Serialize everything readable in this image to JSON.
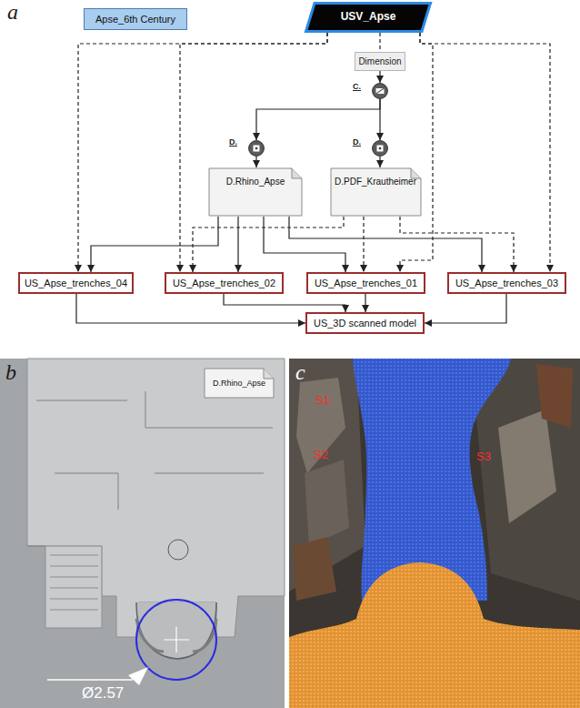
{
  "diagram": {
    "nodes": [
      {
        "text": [
          "Apse_6th Century"
        ]
      },
      {
        "text": [
          "USV_Apse"
        ]
      },
      {
        "text": [
          "Dimension"
        ]
      },
      {
        "text": [
          "C."
        ]
      },
      {
        "text": [
          "D."
        ]
      },
      {
        "text": [
          "D."
        ]
      },
      {
        "text": [
          "D.Rhino_Apse"
        ]
      },
      {
        "text": [
          "D.PDF_Krautheimer"
        ]
      },
      {
        "text": [
          "US_Apse_trenches_04"
        ]
      },
      {
        "text": [
          "US_Apse_trenches_02"
        ]
      },
      {
        "text": [
          "US_Apse_trenches_01"
        ]
      },
      {
        "text": [
          "US_Apse_trenches_03"
        ]
      },
      {
        "text": [
          "US_3D scanned model"
        ]
      },
      {
        "text": [
          "D.Rhino_Apse"
        ]
      }
    ],
    "edges": [
      {
        "from": 1,
        "to": 2,
        "arrow": "none"
      },
      {
        "from": 2,
        "to": 3,
        "arrow": "to"
      },
      {
        "from": 3,
        "to": 4,
        "arrow": "to"
      },
      {
        "from": 3,
        "to": 5,
        "arrow": "to"
      },
      {
        "from": 4,
        "to": 6,
        "arrow": "to"
      },
      {
        "from": 5,
        "to": 7,
        "arrow": "to"
      },
      {
        "from": 6,
        "to": 8,
        "arrow": "to"
      },
      {
        "from": 6,
        "to": 9,
        "arrow": "to"
      },
      {
        "from": 6,
        "to": 10,
        "arrow": "to"
      },
      {
        "from": 6,
        "to": 11,
        "arrow": "to"
      },
      {
        "from": 1,
        "to": 8,
        "arrow": "to"
      },
      {
        "from": 1,
        "to": 9,
        "arrow": "to"
      },
      {
        "from": 1,
        "to": 10,
        "arrow": "to"
      },
      {
        "from": 1,
        "to": 11,
        "arrow": "to"
      },
      {
        "from": 7,
        "to": 9,
        "arrow": "to"
      },
      {
        "from": 7,
        "to": 10,
        "arrow": "to"
      },
      {
        "from": 7,
        "to": 11,
        "arrow": "to"
      },
      {
        "from": 8,
        "to": 12,
        "arrow": "to"
      },
      {
        "from": 9,
        "to": 12,
        "arrow": "to"
      },
      {
        "from": 10,
        "to": 12,
        "arrow": "to"
      },
      {
        "from": 11,
        "to": 12,
        "arrow": "to"
      }
    ],
    "labels": [
      "a",
      "b",
      "Ø2.57",
      "c",
      "S1",
      "S2",
      "S3"
    ]
  }
}
